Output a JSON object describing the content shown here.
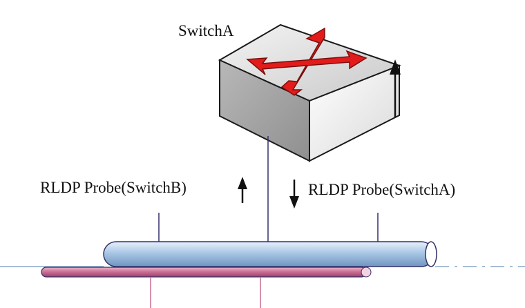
{
  "diagram": {
    "switch_label": "SwitchA",
    "probe_left_label": "RLDP Probe(SwitchB)",
    "probe_right_label": "RLDP Probe(SwitchA)"
  },
  "colors": {
    "switch_top": "#d9d9d9",
    "switch_left": "#a6a6a6",
    "switch_right": "#f2f2f2",
    "arrow_red": "#e21b1b",
    "upper_pipe": "#9fc0e0",
    "lower_pipe": "#c96c93",
    "line": "#33306a"
  },
  "icons": {
    "switch": "network-switch-icon",
    "up_arrow": "arrow-up-icon",
    "down_arrow": "arrow-down-icon"
  }
}
